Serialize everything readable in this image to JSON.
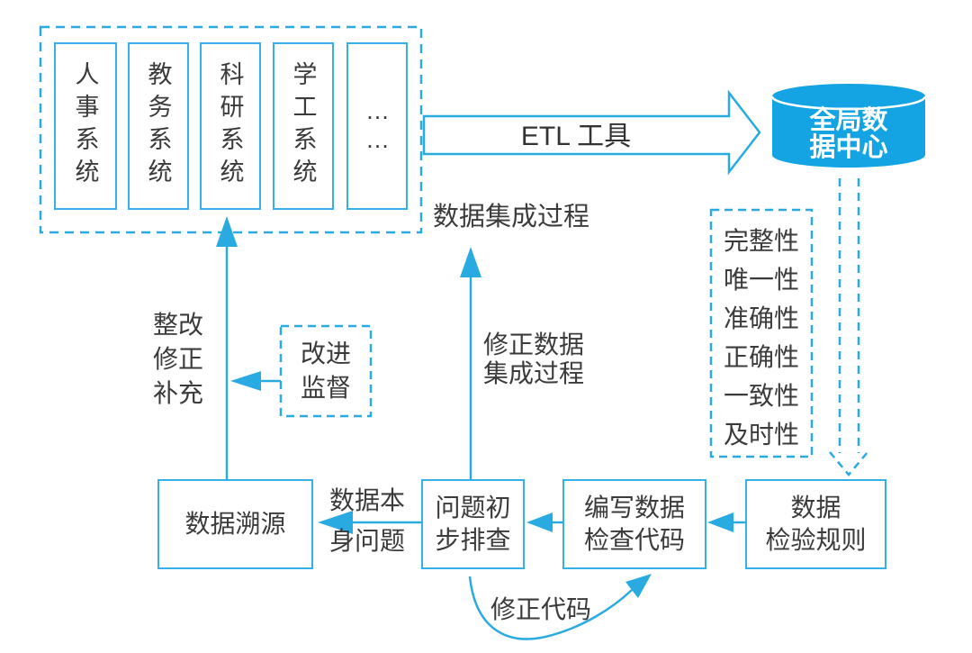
{
  "colors": {
    "accent": "#29abe2",
    "cylinder_fill": "#14a3e3",
    "text": "#3b3b3b",
    "arrow_body_fill": "#ffffff"
  },
  "source_panel": {
    "systems": [
      "人事系统",
      "教务系统",
      "科研系统",
      "学工系统",
      "……"
    ]
  },
  "etl_arrow_label": "ETL 工具",
  "data_center_label": "全局数\n据中心",
  "integration_process_label": "数据集成过程",
  "quality_box": {
    "items": [
      "完整性",
      "唯一性",
      "准确性",
      "正确性",
      "一致性",
      "及时性"
    ]
  },
  "flow_boxes": {
    "trace": "数据溯源",
    "probe": "问题初\n步排查",
    "write_code": "编写数据\n检查代码",
    "rules": "数据\n检验规则"
  },
  "labels": {
    "rectify": "整改\n修正\n补充",
    "improve_box": "改进\n监督",
    "fix_integration": "修正数据\n集成过程",
    "data_self_issue": "数据本\n身问题",
    "fix_code": "修正代码"
  }
}
